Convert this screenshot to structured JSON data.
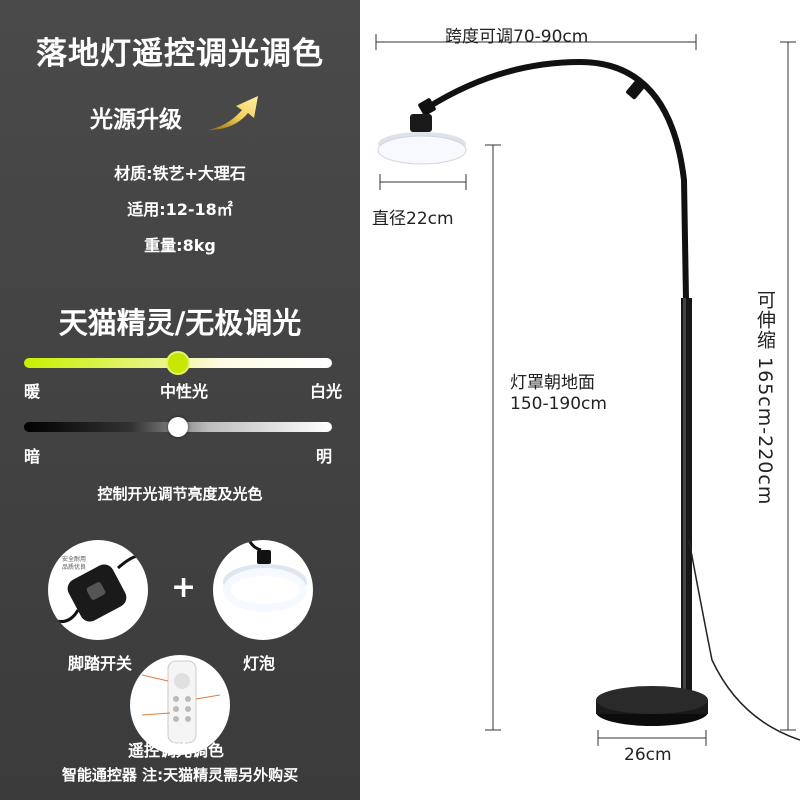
{
  "left": {
    "title": "落地灯遥控调光调色",
    "upgrade": "光源升级",
    "specs": [
      "材质:铁艺+大理石",
      "适用:12-18㎡",
      "重量:8kg"
    ],
    "section_title": "天猫精灵/无极调光",
    "color_bar": {
      "left": "暖",
      "mid": "中性光",
      "right": "白光",
      "value_percent": 50
    },
    "bright_bar": {
      "left": "暗",
      "right": "明",
      "value_percent": 50
    },
    "note": "控制开光调节亮度及光色",
    "accessories": {
      "switch_caption": "脚踏开关",
      "switch_tiny_text": [
        "安全耐用",
        "品质优良"
      ],
      "plus": "+",
      "bulb_caption": "灯泡",
      "remote_caption": "遥控调光调色",
      "footer": "智能通控器 注:天猫精灵需另外购买"
    }
  },
  "right": {
    "span": "跨度可调70-90cm",
    "diameter": "直径22cm",
    "shade_label_1": "灯罩朝地面",
    "shade_label_2": "150-190cm",
    "base": "26cm",
    "telescopic": "可伸缩 165cm-220cm"
  },
  "colors": {
    "panel": "#404040",
    "warm_accent": "#c6e800",
    "arrow_gold": "#d6a62a",
    "lamp_black": "#111111"
  }
}
